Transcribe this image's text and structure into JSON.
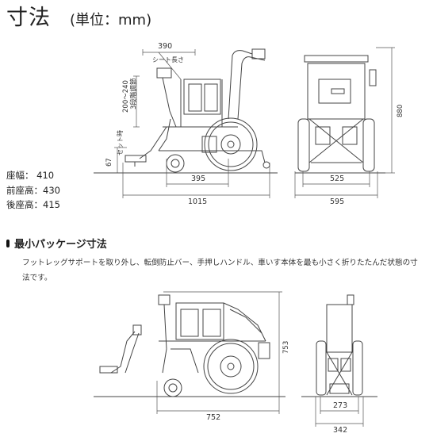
{
  "title": {
    "main": "寸法",
    "sub": "(単位：mm)"
  },
  "top_figure": {
    "side_view": {
      "seat_length_value": "390",
      "seat_length_label": "シート長さ",
      "backrest_range": "200～240",
      "backrest_label": "3段階調節",
      "seat_height_value": "67",
      "seat_height_label": "セット時",
      "wheelbase": "395",
      "overall_length": "1015"
    },
    "front_view": {
      "width_inner": "525",
      "overall_width": "595",
      "overall_height": "880"
    }
  },
  "seat_specs": [
    {
      "label": "座幅：",
      "value": "410"
    },
    {
      "label": "前座高：",
      "value": "430"
    },
    {
      "label": "後座高：",
      "value": "415"
    }
  ],
  "section": {
    "heading": "最小パッケージ寸法",
    "description": "フットレッグサポートを取り外し、転倒防止バー、手押しハンドル、車いす本体を最も小さく折りたたんだ状態の寸法です。"
  },
  "bottom_figure": {
    "package_length": "752",
    "package_height": "753",
    "package_width_inner": "273",
    "package_width_outer": "342"
  }
}
